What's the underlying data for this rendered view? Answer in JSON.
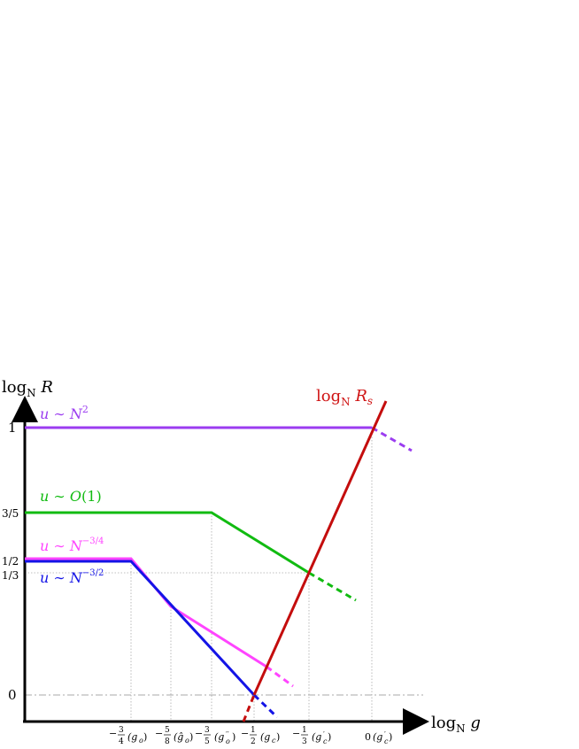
{
  "chart_data": {
    "type": "line",
    "y_axis_label": "log_N R",
    "x_axis_label": "log_N g",
    "y_ticks": [
      "1",
      "3/5",
      "1/2",
      "1/3",
      "0"
    ],
    "x_ticks": [
      "−3/4 (g_o)",
      "−5/8 (ĝ_o)",
      "−3/5 (g''_o)",
      "−1/2 (g_c)",
      "−1/3 (g'_c)",
      "0 (g'_c)"
    ],
    "x_tick_values": [
      -0.75,
      -0.625,
      -0.6,
      -0.5,
      -0.333,
      0
    ],
    "series": [
      {
        "name": "u ∼ N^2",
        "color": "#9b3cf0",
        "x": [
          -1.08,
          0,
          0.12
        ],
        "y": [
          1,
          1,
          0.9
        ],
        "dashed_from_index": 1
      },
      {
        "name": "u ∼ O(1)",
        "color": "#11bb11",
        "x": [
          -1.08,
          -0.6,
          -0.333,
          -0.15
        ],
        "y": [
          0.6,
          0.6,
          0.333,
          0.25
        ],
        "dashed_from_index": 2
      },
      {
        "name": "u ∼ N^(−3/4)",
        "color": "#ff44ff",
        "x": [
          -1.08,
          -0.75,
          -0.625,
          -0.38,
          -0.25
        ],
        "y": [
          0.5,
          0.5,
          0.312,
          0.1,
          0.03
        ],
        "dashed_from_index": 3
      },
      {
        "name": "u ∼ N^(−3/2)",
        "color": "#1414e6",
        "x": [
          -1.08,
          -0.75,
          -0.5,
          -0.4
        ],
        "y": [
          0.48,
          0.48,
          0,
          -0.07
        ],
        "dashed_from_index": 2
      },
      {
        "name": "log_N R_s",
        "color": "#c40d0d",
        "x": [
          -0.54,
          -0.5,
          -0.333,
          0,
          0.04
        ],
        "y": [
          -0.1,
          0,
          0.333,
          1,
          1.1
        ],
        "dashed_to_index": 1
      }
    ],
    "baseline_y": 0
  }
}
